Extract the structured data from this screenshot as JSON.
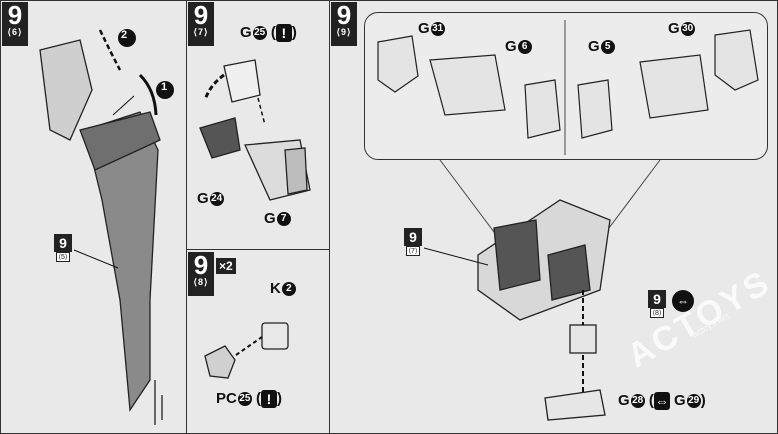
{
  "panels": {
    "p96": {
      "step": "9",
      "sub": "⟨6⟩"
    },
    "p97": {
      "step": "9",
      "sub": "⟨7⟩",
      "parts": {
        "top": "G",
        "top_num": "25",
        "left": "G",
        "left_num": "24",
        "right": "G",
        "right_num": "7"
      }
    },
    "p98": {
      "step": "9",
      "sub": "⟨8⟩",
      "count": "×2",
      "parts": {
        "k": "K",
        "k_num": "2",
        "pc": "PC",
        "pc_num": "25"
      }
    },
    "p99": {
      "step": "9",
      "sub": "⟨9⟩",
      "parts": {
        "g31": "G",
        "g31_num": "31",
        "g6": "G",
        "g6_num": "6",
        "g5": "G",
        "g5_num": "5",
        "g30": "G",
        "g30_num": "30",
        "g28": "G",
        "g28_num": "28",
        "g29": "G",
        "g29_num": "29"
      }
    }
  },
  "refs": {
    "left_ref": {
      "n": "9",
      "s": "⟨5⟩"
    },
    "mid_ref": {
      "n": "9",
      "s": "⟨7⟩"
    },
    "right_ref": {
      "n": "9",
      "s": "⟨8⟩"
    }
  },
  "arrows": {
    "a1": "1",
    "a2": "2"
  },
  "watermark": {
    "logo": "ACTOYS",
    "url": "actoys.net"
  }
}
